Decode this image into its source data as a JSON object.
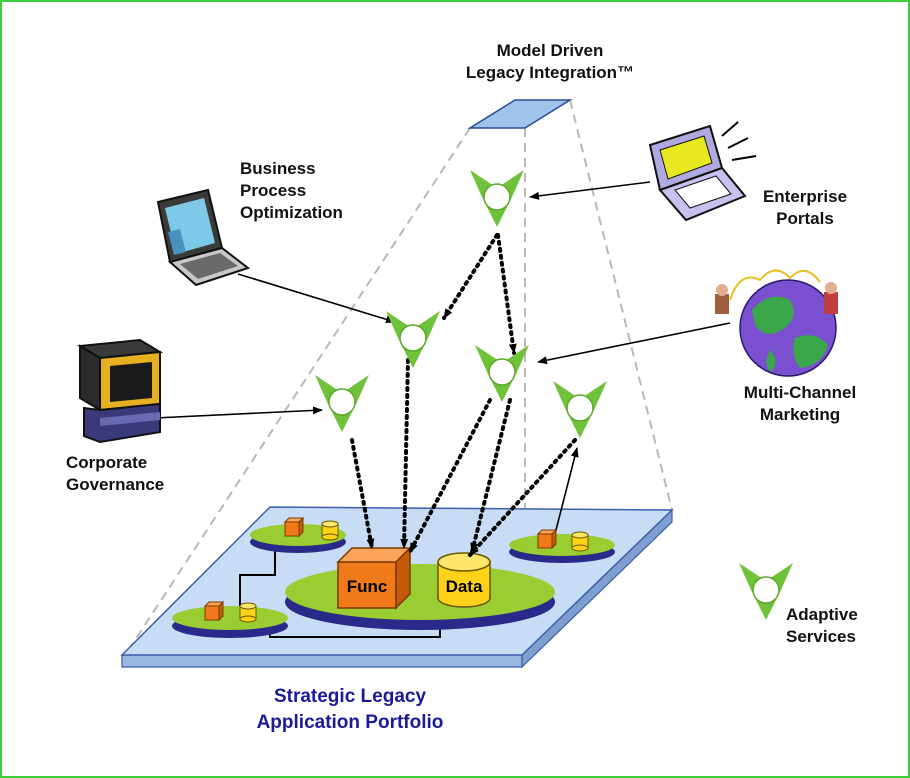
{
  "labels": {
    "mdli": "Model Driven\nLegacy Integration™",
    "bpo": "Business\nProcess\nOptimization",
    "portals": "Enterprise\nPortals",
    "mcm": "Multi-Channel\nMarketing",
    "governance": "Corporate\nGovernance",
    "adaptive": "Adaptive\nServices",
    "portfolio": "Strategic Legacy\nApplication Portfolio",
    "func": "Func",
    "data": "Data"
  },
  "colors": {
    "border": "#3ccf3c",
    "platform": "#c8dcf5",
    "platform_edge": "#3a5fb0",
    "ellipse": "#9acd32",
    "ellipse_shadow": "#2a2a8a",
    "func_box": "#f07a1a",
    "data_cyl": "#ffd21a",
    "service": "#6fc23a",
    "title": "#1a1a9a"
  },
  "icons": [
    "laptop-icon",
    "portal-laptop-icon",
    "globe-icon",
    "terminal-icon",
    "service-star-icon"
  ]
}
